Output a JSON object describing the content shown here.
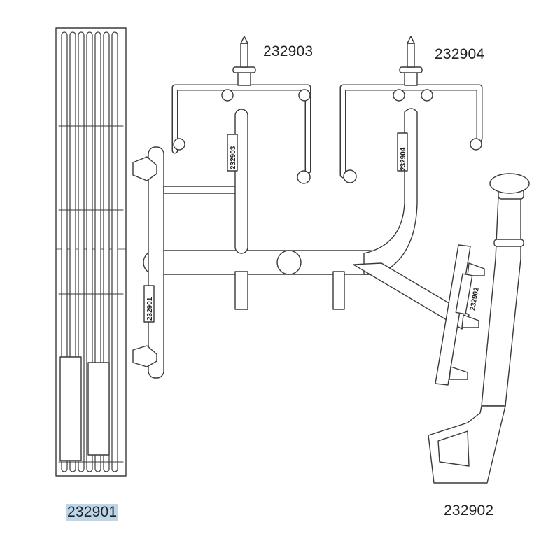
{
  "labels": {
    "part_232903": "232903",
    "part_232904": "232904",
    "part_232901": "232901",
    "part_232902": "232902"
  },
  "part_stamps": {
    "frame": "232901",
    "left_hanger": "232903",
    "right_hanger": "232904",
    "side_arm": "232902"
  },
  "colors": {
    "line": "#3a3a3a",
    "fill": "#ffffff",
    "highlight": "#bcd6ea"
  }
}
